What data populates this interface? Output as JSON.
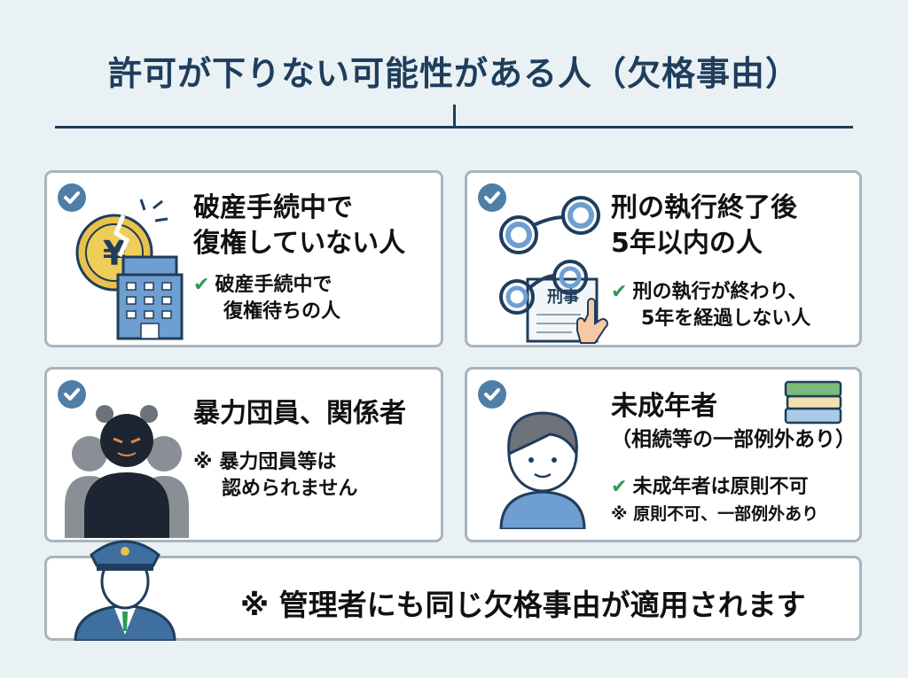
{
  "title": "許可が下りない可能性がある人（欠格事由）",
  "colors": {
    "title": "#1f3d5c",
    "check_badge": "#4f7ea6",
    "check_mark": "#2e9a57",
    "card_border": "#a8b4bd",
    "background": "#e9f1f4"
  },
  "cards": [
    {
      "icon": "broken-yen-coin-building-icon",
      "heading_lines": [
        "破産手続中で",
        "復権していない人"
      ],
      "note_lines": [
        "破産手続中で",
        "復権待ちの人"
      ],
      "note_marker": "✔"
    },
    {
      "icon": "handcuffs-document-icon",
      "heading_lines": [
        "刑の執行終了後",
        "5年以内の人"
      ],
      "note_lines": [
        "刑の執行が終わり、",
        "5年を経過しない人"
      ],
      "note_marker": "✔",
      "document_label": "刑事"
    },
    {
      "icon": "gang-silhouette-icon",
      "heading_lines": [
        "暴力団員、関係者"
      ],
      "note_lines": [
        "暴力団員等は",
        "認められません"
      ],
      "note_marker": "※"
    },
    {
      "icon": "child-books-icon",
      "heading_lines": [
        "未成年者",
        "（相続等の一部例外あり）"
      ],
      "note_lines": [
        "未成年者は原則不可"
      ],
      "note_marker": "✔",
      "extra": "※ 原則不可、一部例外あり"
    }
  ],
  "bottom": {
    "icon": "manager-officer-icon",
    "text": "※ 管理者にも同じ欠格事由が適用されます"
  }
}
